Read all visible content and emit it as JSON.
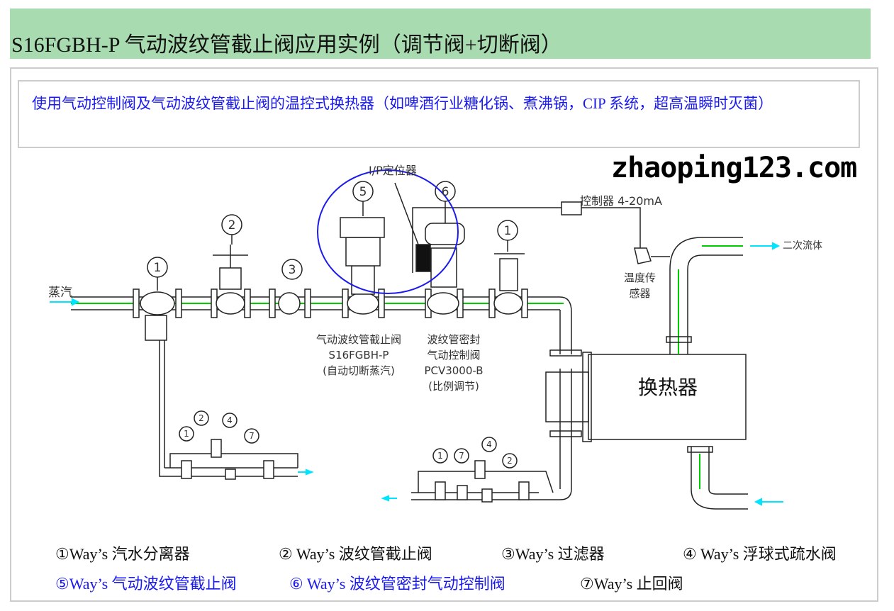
{
  "header": {
    "title": "S16FGBH-P 气动波纹管截止阀应用实例（调节阀+切断阀）"
  },
  "intro": {
    "text": "使用气动控制阀及气动波纹管截止阀的温控式换热器（如啤酒行业糖化锅、煮沸锅，CIP 系统，超高温瞬时灭菌）"
  },
  "diagram": {
    "steam_in": "蒸汽",
    "ip_positioner": "I/P定位器",
    "controller": "控制器 4-20mA",
    "secondary_fluid": "二次流体",
    "temp_sensor": [
      "温度传",
      "感器"
    ],
    "heat_exchanger": "换热器",
    "valve5_label": [
      "气动波纹管截止阀",
      "S16FGBH-P",
      "(自动切断蒸汽)"
    ],
    "valve6_label": [
      "波纹管密封",
      "气动控制阀",
      "PCV3000-B",
      "(比例调节)"
    ],
    "markers": {
      "m1": "1",
      "m2": "2",
      "m3": "3",
      "m4": "4",
      "m5": "5",
      "m6": "6",
      "m7": "7"
    },
    "colors": {
      "pipe_center": "#00cc00",
      "circle": "#1a1aee",
      "arrow": "#00e5ff",
      "valve_accent": "#00d0d0"
    }
  },
  "legend": [
    {
      "text": "①Way’s 汽水分离器",
      "color": "#111"
    },
    {
      "text": "② Way’s 波纹管截止阀",
      "color": "#111"
    },
    {
      "text": "③Way’s 过滤器",
      "color": "#111"
    },
    {
      "text": "④ Way’s 浮球式疏水阀",
      "color": "#111"
    },
    {
      "text": "⑤Way’s 气动波纹管截止阀",
      "color": "#1a1aee"
    },
    {
      "text": "⑥ Way’s 波纹管密封气动控制阀",
      "color": "#1a1aee"
    },
    {
      "text": "⑦Way’s 止回阀",
      "color": "#111"
    }
  ],
  "watermark": "zhaoping123.com"
}
